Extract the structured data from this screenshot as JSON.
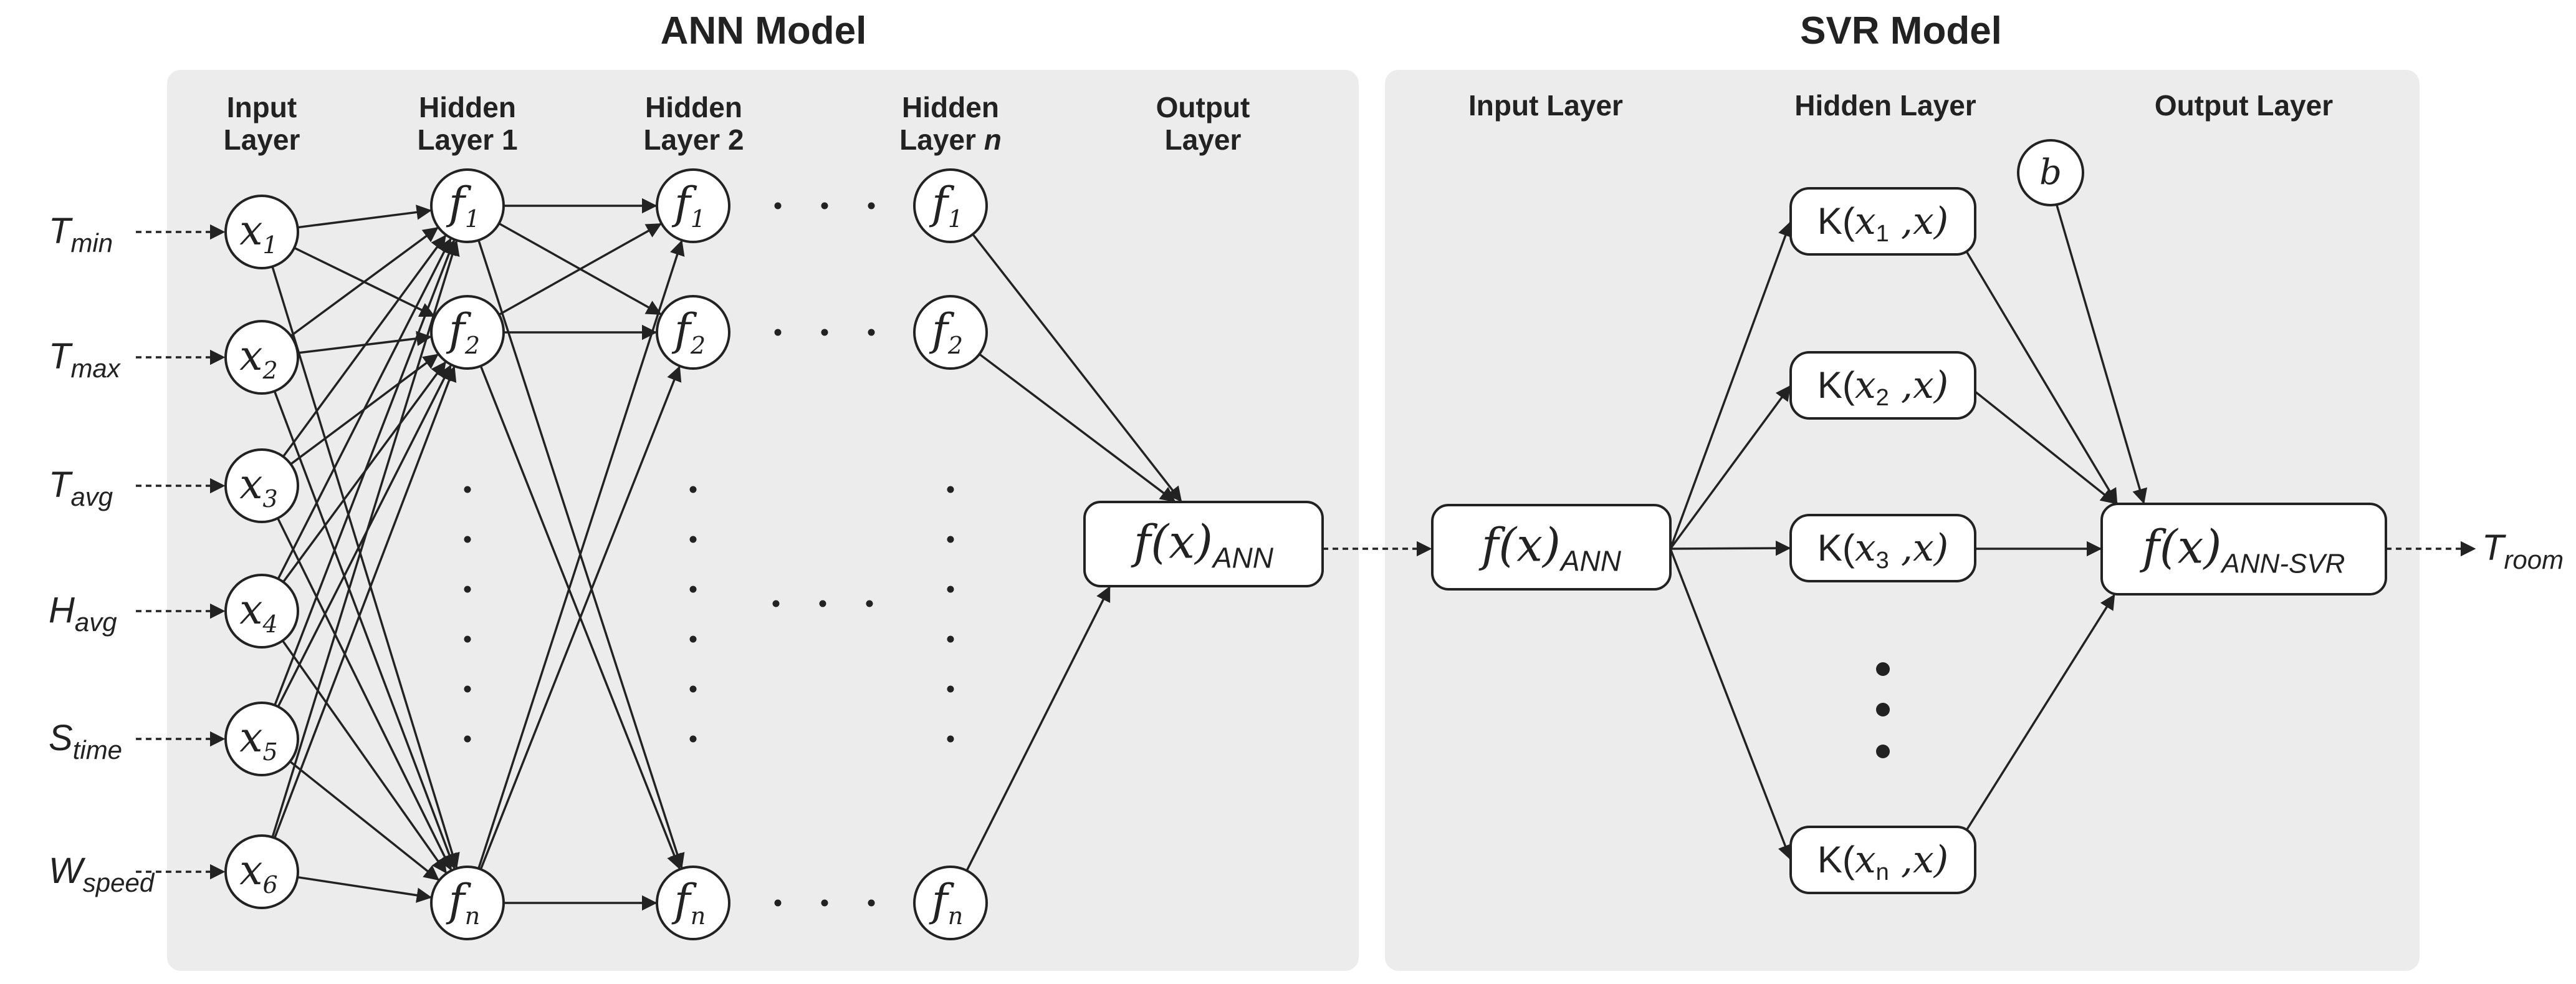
{
  "ann": {
    "title": "ANN Model",
    "layers": {
      "input": [
        "Input",
        "Layer"
      ],
      "hidden1": [
        "Hidden",
        "Layer 1"
      ],
      "hidden2": [
        "Hidden",
        "Layer 2"
      ],
      "hiddenN": [
        "Hidden",
        "Layer "
      ],
      "hiddenN_ital": "n",
      "output": [
        "Output",
        "Layer"
      ]
    },
    "inputs": [
      {
        "main": "T",
        "sub": "min"
      },
      {
        "main": "T",
        "sub": "max"
      },
      {
        "main": "T",
        "sub": "avg"
      },
      {
        "main": "H",
        "sub": "avg"
      },
      {
        "main": "S",
        "sub": "time"
      },
      {
        "main": "W",
        "sub": "speed"
      }
    ],
    "input_nodes": [
      {
        "main": "x",
        "sub": "1"
      },
      {
        "main": "x",
        "sub": "2"
      },
      {
        "main": "x",
        "sub": "3"
      },
      {
        "main": "x",
        "sub": "4"
      },
      {
        "main": "x",
        "sub": "5"
      },
      {
        "main": "x",
        "sub": "6"
      }
    ],
    "hidden_nodes": [
      {
        "main": "f",
        "sub": "1"
      },
      {
        "main": "f",
        "sub": "2"
      },
      {
        "main": "f",
        "sub": "n"
      }
    ],
    "output_node": {
      "main": "f(x)",
      "sub": "ANN"
    }
  },
  "svr": {
    "title": "SVR Model",
    "layers": {
      "input": "Input Layer",
      "hidden": "Hidden Layer",
      "output": "Output Layer"
    },
    "input_node": {
      "main": "f(x)",
      "sub": "ANN"
    },
    "kernels": [
      {
        "prefix": "K(",
        "var": "x",
        "sub": "1",
        "rest": " ,x)"
      },
      {
        "prefix": "K(",
        "var": "x",
        "sub": "2",
        "rest": " ,x)"
      },
      {
        "prefix": "K(",
        "var": "x",
        "sub": "3",
        "rest": " ,x)"
      },
      {
        "prefix": "K(",
        "var": "x",
        "sub": "n",
        "rest": " ,x)"
      }
    ],
    "bias": "b",
    "output_node": {
      "main": "f(x)",
      "sub": "ANN-SVR"
    },
    "final_output": {
      "main": "T",
      "sub": "room"
    }
  },
  "colors": {
    "panel_bg": "#ececec",
    "stroke": "#222222",
    "node_fill": "#ffffff"
  }
}
